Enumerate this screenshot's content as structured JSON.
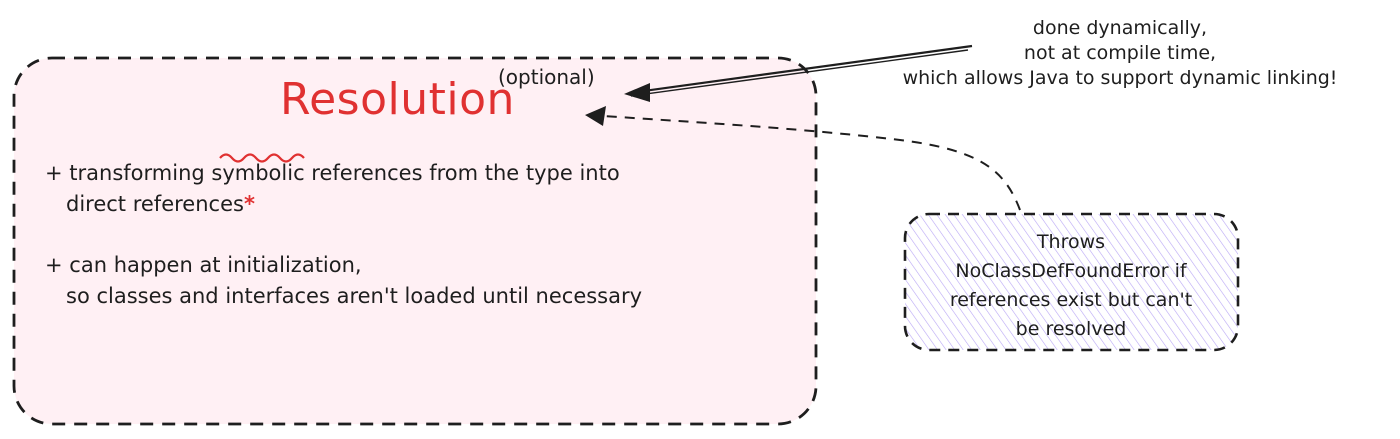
{
  "resolution_box": {
    "title": "Resolution",
    "optional_label": "(optional)",
    "bullets": [
      {
        "marker": "+",
        "line1_before": "transforming ",
        "line1_emphasis": "symbolic",
        "line1_after": " references from the type into",
        "line2": "direct references",
        "asterisk": "*"
      },
      {
        "marker": "+",
        "line1": "can happen at initialization,",
        "line2": "so classes and interfaces aren't loaded until necessary"
      }
    ]
  },
  "side_note": {
    "lines": [
      "done dynamically,",
      "not at compile time,",
      "which allows Java to support dynamic linking!"
    ]
  },
  "error_box": {
    "lines": [
      "Throws",
      "NoClassDefFoundError if",
      "references exist but can't",
      "be resolved"
    ]
  },
  "colors": {
    "resolution_fill": "#fff0f4",
    "error_fill": "#d0bfff",
    "title": "#e03131",
    "stroke": "#1e1e1e"
  }
}
